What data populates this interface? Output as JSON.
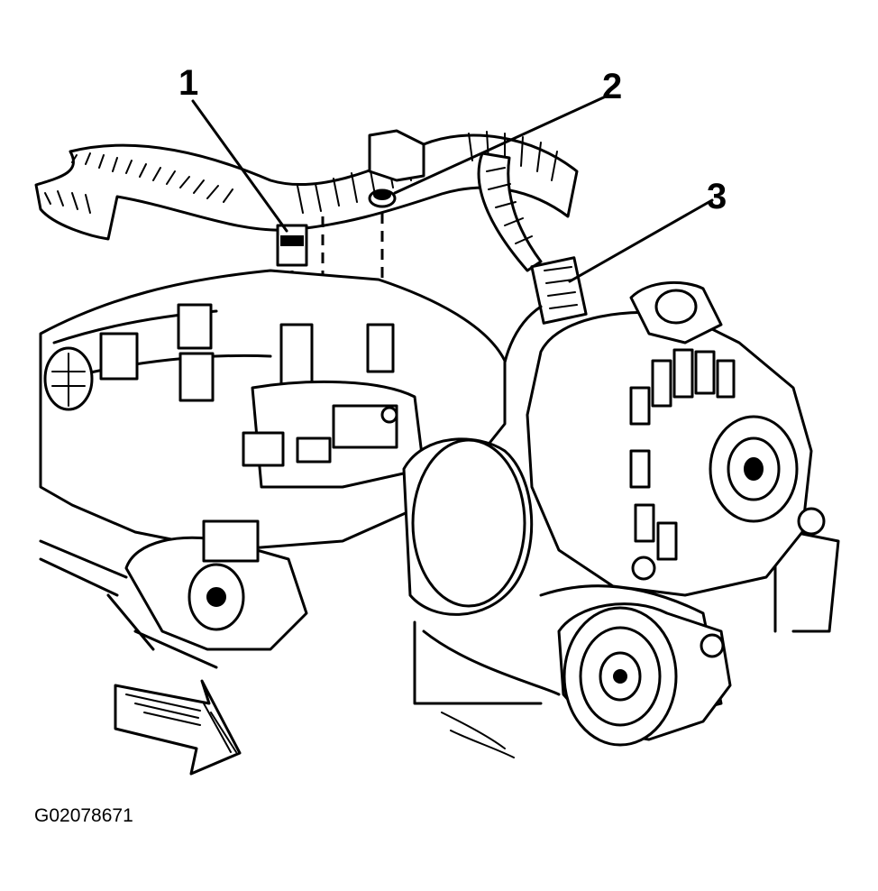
{
  "callouts": {
    "c1": "1",
    "c2": "2",
    "c3": "3"
  },
  "figure_id": "G02078671",
  "colors": {
    "line": "#000000",
    "background": "#ffffff"
  }
}
